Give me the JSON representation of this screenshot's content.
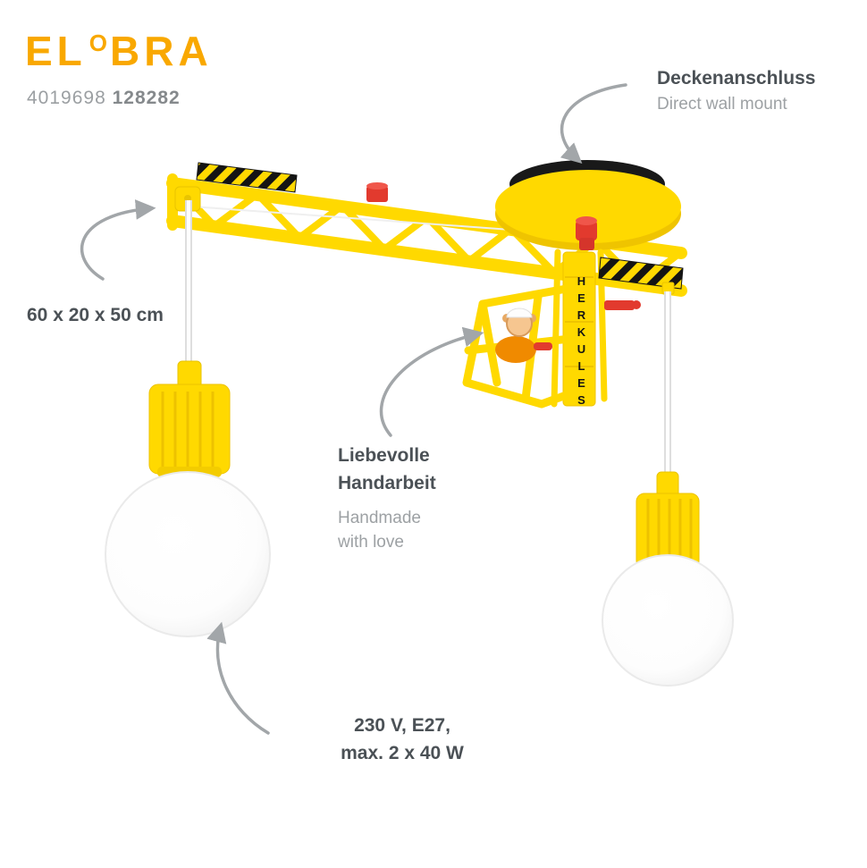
{
  "header": {
    "logo": {
      "part1": "EL",
      "part2": "O",
      "part3": "BRA"
    },
    "article_number": "4019698",
    "variant_number": "128282"
  },
  "callouts": {
    "mount": {
      "title": "Deckenanschluss",
      "subtitle": "Direct wall mount"
    },
    "dimensions": {
      "label": "60 x 20 x 50 cm"
    },
    "handmade": {
      "title1": "Liebevolle",
      "title2": "Handarbeit",
      "sub1": "Handmade",
      "sub2": "with love"
    },
    "power": {
      "line1": "230 V, E27,",
      "line2": "max. 2 x 40 W"
    }
  },
  "product": {
    "tower_label": "HERKULES"
  },
  "colors": {
    "brand_orange": "#F9A800",
    "crane_yellow": "#FFD900",
    "accent_red": "#E23A2E",
    "text_dark": "#4B5156",
    "text_gray": "#9DA1A4",
    "arrow_gray": "#A2A6A9",
    "mount_black": "#191919"
  }
}
